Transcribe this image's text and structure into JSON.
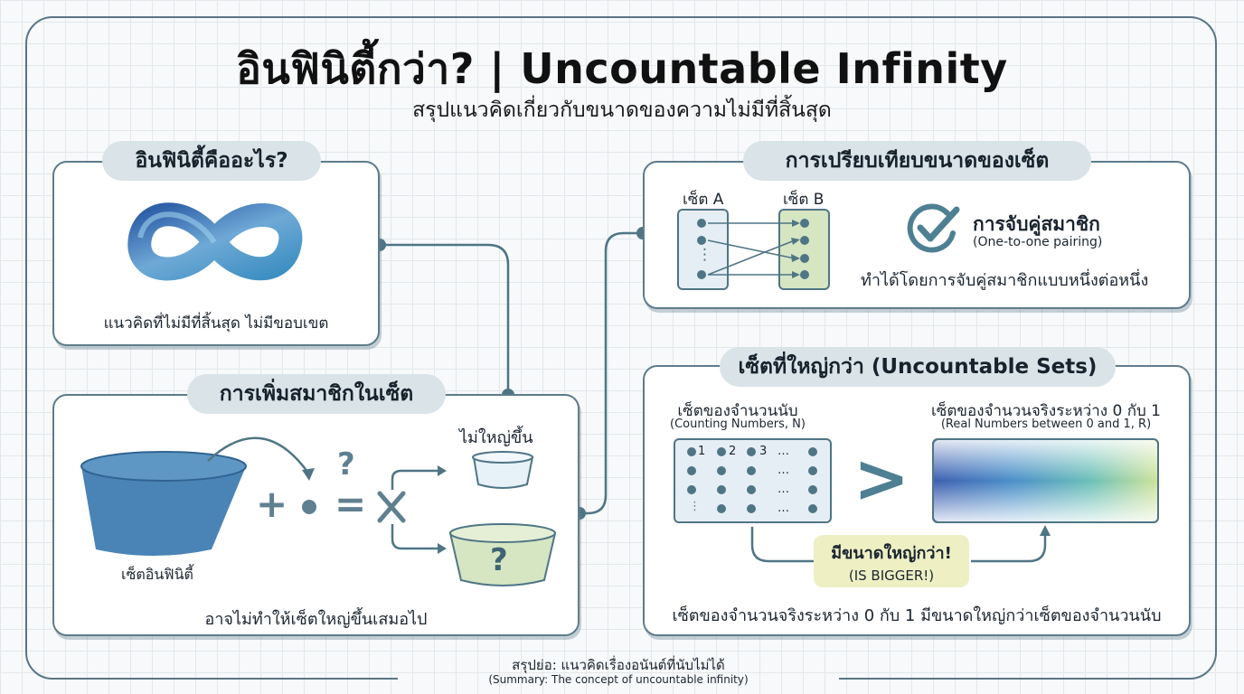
{
  "title": "อินฟินิตี้กว่า? | Uncountable Infinity",
  "subtitle": "สรุปแนวคิดเกี่ยวกับขนาดของความไม่มีที่สิ้นสุด",
  "what_is_infinity": {
    "heading": "อินฟินิตี้คืออะไร?",
    "caption": "แนวคิดที่ไม่มีที่สิ้นสุด ไม่มีขอบเขต"
  },
  "adding_members": {
    "heading": "การเพิ่มสมาชิกในเซ็ต",
    "set_label": "เซ็ตอินฟินิตี้",
    "plus": "+",
    "equals": "=",
    "question": "?",
    "not_bigger": "ไม่ใหญ่ขึ้น",
    "bucket_question": "?",
    "caption": "อาจไม่ทำให้เซ็ตใหญ่ขึ้นเสมอไป"
  },
  "compare_sets": {
    "heading": "การเปรียบเทียบขนาดของเซ็ต",
    "set_a": "เซ็ต A",
    "set_b": "เซ็ต B",
    "ellipsis": "⋮",
    "pairing_title": "การจับคู่สมาชิก",
    "pairing_sub": "(One-to-one pairing)",
    "caption": "ทำได้โดยการจับคู่สมาชิกแบบหนึ่งต่อหนึ่ง"
  },
  "uncountable": {
    "heading": "เซ็ตที่ใหญ่กว่า (Uncountable Sets)",
    "counting_title": "เซ็ตของจำนวนนับ",
    "counting_sub": "(Counting Numbers, N)",
    "grid_numbers": [
      "1",
      "2",
      "3",
      "…"
    ],
    "ellipsis": "…",
    "vdots": "⋮",
    "real_title": "เซ็ตของจำนวนจริงระหว่าง 0 กับ 1",
    "real_sub": "(Real Numbers between 0 and 1, R)",
    "greater": ">",
    "bigger_th": "มีขนาดใหญ่กว่า!",
    "bigger_en": "(IS BIGGER!)",
    "caption": "เซ็ตของจำนวนจริงระหว่าง 0 กับ 1 มีขนาดใหญ่กว่าเซ็ตของจำนวนนับ"
  },
  "summary": {
    "line1": "สรุปย่อ: แนวคิดเรื่องอนันต์ที่นับไม่ได้",
    "line2": "(Summary: The concept of uncountable infinity)"
  },
  "colors": {
    "accent": "#4f7f92",
    "blue_set": "#4a84b6",
    "green_set": "#d6e6c3",
    "badge": "#eef0c4"
  },
  "icons": [
    "infinity-icon",
    "checkmark-circle-icon",
    "bucket-icon",
    "cross-icon",
    "arrow-icon"
  ]
}
